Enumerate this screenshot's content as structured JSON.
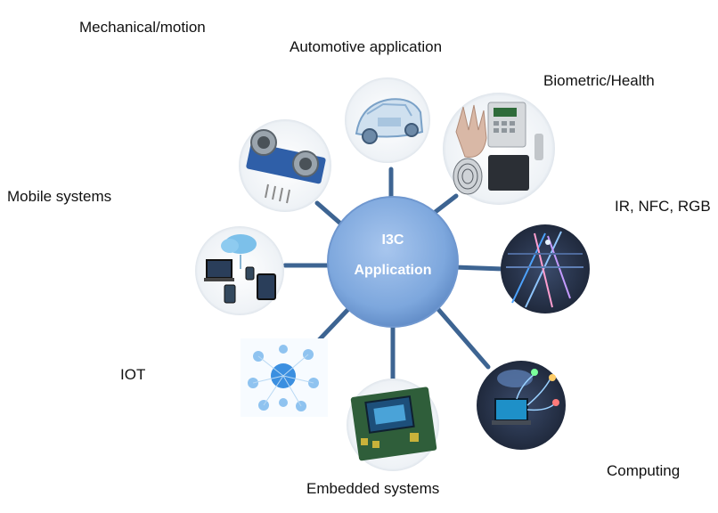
{
  "hub": {
    "line1": "I3C",
    "line2": "Application"
  },
  "labels": {
    "mechanical": "Mechanical/motion",
    "automotive": "Automotive application",
    "biometric": "Biometric/Health",
    "mobile": "Mobile systems",
    "ir": "IR, NFC, RGB",
    "iot": "IOT",
    "computing": "Computing",
    "embedded": "Embedded systems"
  },
  "images": {
    "mechanical": "ultrasonic-sensor-module",
    "automotive": "car-wireframe",
    "biometric": "fingerprint-and-keypad-devices",
    "mobile": "cloud-connected-devices",
    "ir": "light-beams",
    "iot": "iot-network-icons",
    "computing": "cloud-computing-laptop",
    "embedded": "embedded-board-display"
  },
  "colors": {
    "hub": "#7da7dd",
    "hub_edge": "#4f79b5",
    "spoke": "#3d6492",
    "label_text": "#111111"
  }
}
